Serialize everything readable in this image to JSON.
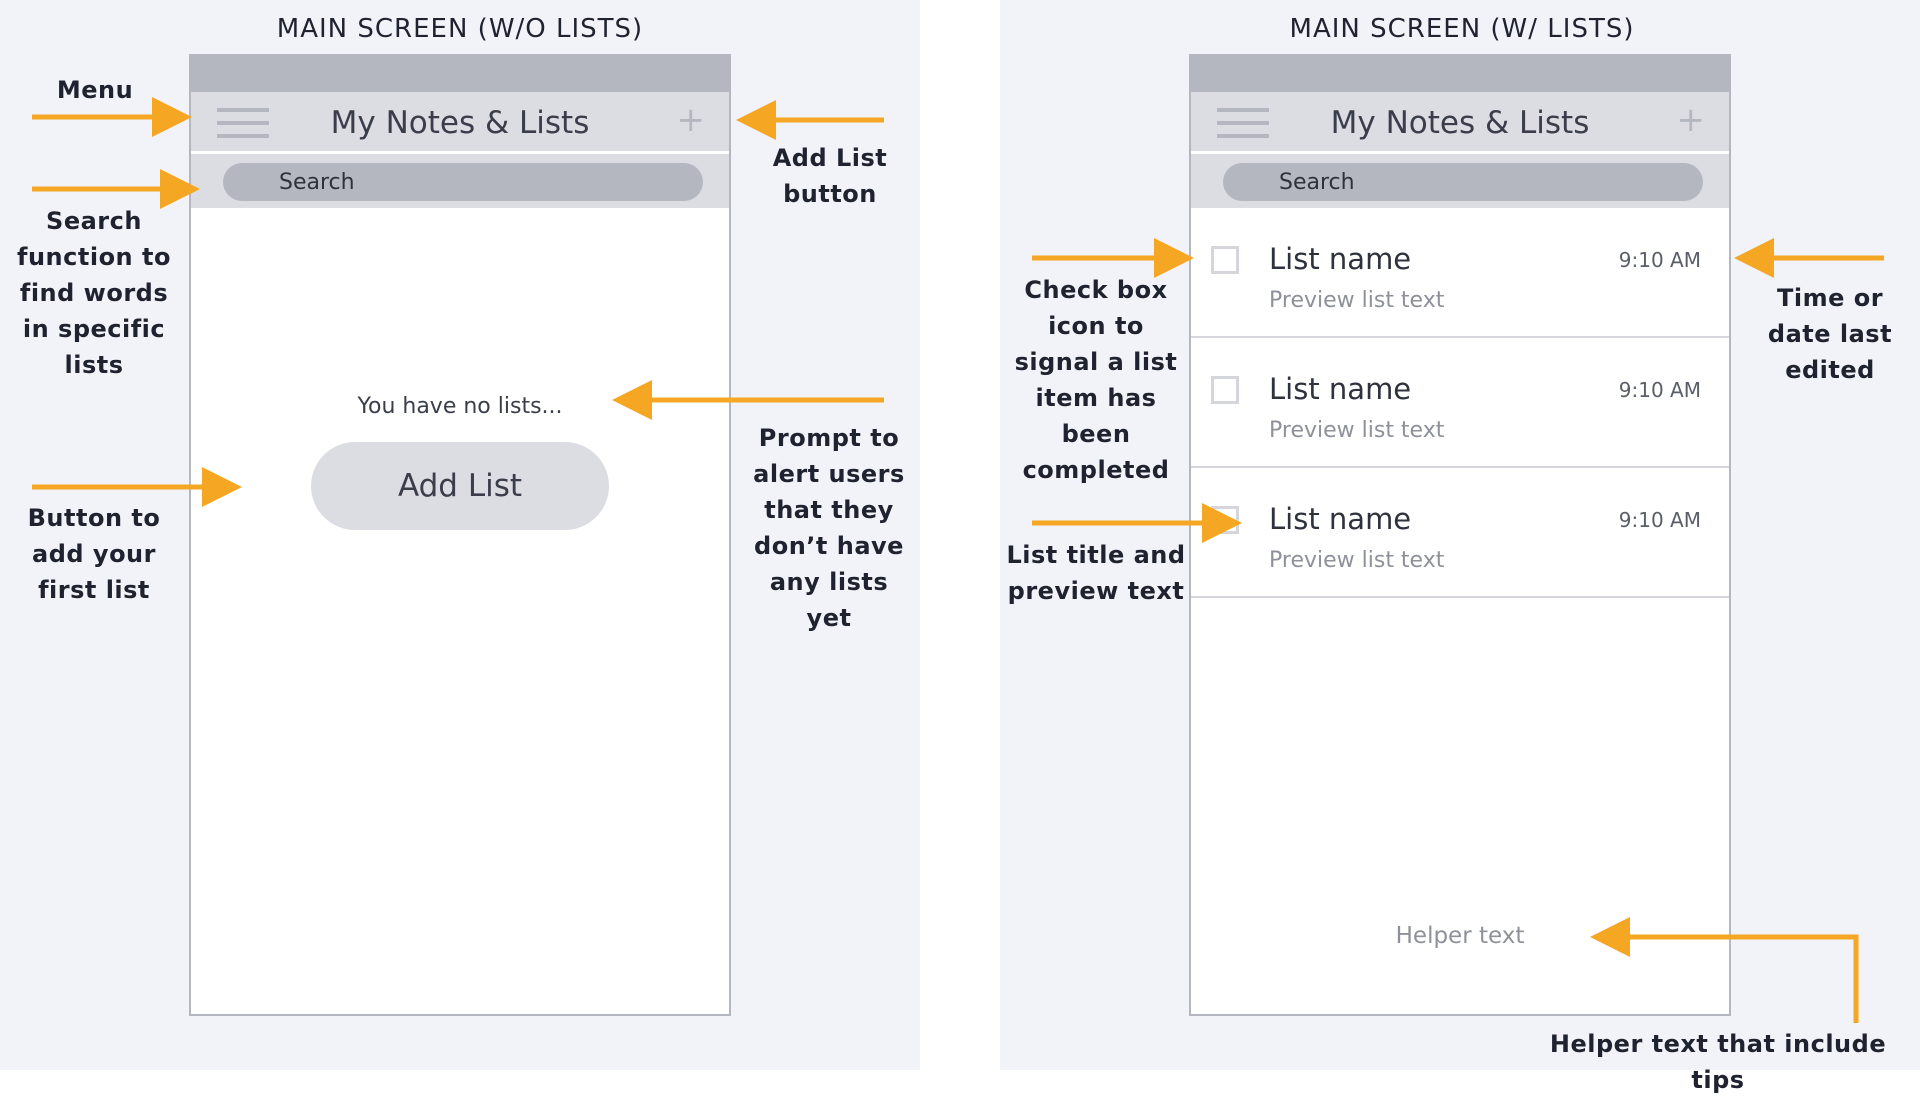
{
  "left": {
    "title": "MAIN SCREEN (W/O LISTS)",
    "nav_title": "My Notes & Lists",
    "search_placeholder": "Search",
    "empty_message": "You have no lists...",
    "add_list_label": "Add List",
    "annotations": {
      "menu": "Menu",
      "search": "Search function to find words in specific lists",
      "add_list_button": "Add List button",
      "prompt": "Prompt to alert users that they don’t have any lists yet",
      "first_list": "Button to add your first list"
    }
  },
  "right": {
    "title": "MAIN SCREEN (W/ LISTS)",
    "nav_title": "My Notes & Lists",
    "search_placeholder": "Search",
    "items": [
      {
        "name": "List name",
        "preview": "Preview list text",
        "time": "9:10 AM"
      },
      {
        "name": "List name",
        "preview": "Preview list text",
        "time": "9:10 AM"
      },
      {
        "name": "List name",
        "preview": "Preview list text",
        "time": "9:10 AM"
      }
    ],
    "helper_text": "Helper text",
    "annotations": {
      "checkbox": "Check box icon to signal a list item has been completed",
      "list_title": "List title and preview text",
      "time": "Time or date last edited",
      "helper": "Helper text that include tips"
    }
  },
  "colors": {
    "background": "#f2f3f8",
    "arrow": "#f5a623",
    "status_bar": "#b4b7bf",
    "nav_bar": "#dcdde2"
  },
  "icons": {
    "menu": "hamburger-menu-icon",
    "add": "plus-icon",
    "checkbox": "checkbox-icon"
  }
}
